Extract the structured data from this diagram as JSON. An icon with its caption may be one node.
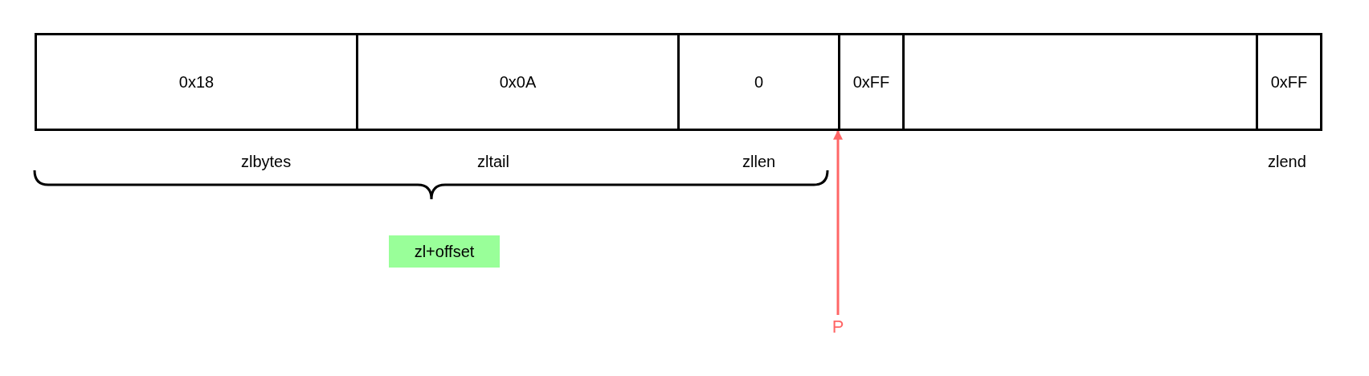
{
  "diagram": {
    "nodes": [
      {
        "text": [
          "0x18"
        ]
      },
      {
        "text": [
          "0x0A"
        ]
      },
      {
        "text": [
          "0"
        ]
      },
      {
        "text": [
          "0xFF"
        ]
      },
      {
        "text": [],
        "shape": "box"
      },
      {
        "text": [
          "0xFF"
        ]
      },
      {
        "text": [
          "zl+offset"
        ]
      },
      {
        "text": [
          "P"
        ]
      }
    ],
    "edges": [
      {
        "from": 7,
        "to": 3,
        "arrow": "to",
        "color": "#ff6666"
      }
    ],
    "labels": [
      "zlbytes",
      "zltail",
      "zllen",
      "zlend"
    ]
  }
}
